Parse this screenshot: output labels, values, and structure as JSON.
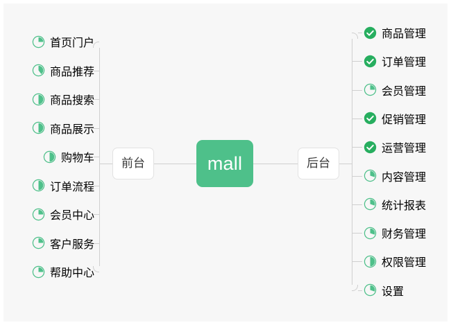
{
  "diagram": {
    "type": "mindmap",
    "title": "mall",
    "background_color": "#f7f7f7",
    "accent_color": "#4ec08a",
    "check_color": "#27ae5f",
    "ring_color": "#4ec08a",
    "line_color": "#cfcfcf",
    "center": {
      "label": "mall",
      "text_color": "#ffffff",
      "fill_color": "#4ec08a"
    },
    "branches": [
      {
        "id": "front",
        "label": "前台",
        "side": "left",
        "leaves": [
          {
            "label": "首页门户",
            "icon": "progress-ring-icon",
            "status": "partial",
            "fill_percent": 25
          },
          {
            "label": "商品推荐",
            "icon": "progress-ring-icon",
            "status": "partial",
            "fill_percent": 40
          },
          {
            "label": "商品搜索",
            "icon": "progress-ring-icon",
            "status": "partial",
            "fill_percent": 50
          },
          {
            "label": "商品展示",
            "icon": "progress-ring-icon",
            "status": "partial",
            "fill_percent": 50
          },
          {
            "label": "购物车",
            "icon": "progress-ring-icon",
            "status": "partial",
            "fill_percent": 50
          },
          {
            "label": "订单流程",
            "icon": "progress-ring-icon",
            "status": "partial",
            "fill_percent": 50
          },
          {
            "label": "会员中心",
            "icon": "progress-ring-icon",
            "status": "partial",
            "fill_percent": 25
          },
          {
            "label": "客户服务",
            "icon": "progress-ring-icon",
            "status": "partial",
            "fill_percent": 25
          },
          {
            "label": "帮助中心",
            "icon": "progress-ring-icon",
            "status": "partial",
            "fill_percent": 25
          }
        ]
      },
      {
        "id": "back",
        "label": "后台",
        "side": "right",
        "leaves": [
          {
            "label": "商品管理",
            "icon": "check-circle-icon",
            "status": "complete",
            "fill_percent": 100
          },
          {
            "label": "订单管理",
            "icon": "check-circle-icon",
            "status": "complete",
            "fill_percent": 100
          },
          {
            "label": "会员管理",
            "icon": "progress-ring-icon",
            "status": "partial",
            "fill_percent": 25
          },
          {
            "label": "促销管理",
            "icon": "check-circle-icon",
            "status": "complete",
            "fill_percent": 100
          },
          {
            "label": "运营管理",
            "icon": "check-circle-icon",
            "status": "complete",
            "fill_percent": 100
          },
          {
            "label": "内容管理",
            "icon": "progress-ring-icon",
            "status": "partial",
            "fill_percent": 30
          },
          {
            "label": "统计报表",
            "icon": "progress-ring-icon",
            "status": "partial",
            "fill_percent": 30
          },
          {
            "label": "财务管理",
            "icon": "progress-ring-icon",
            "status": "partial",
            "fill_percent": 30
          },
          {
            "label": "权限管理",
            "icon": "progress-ring-icon",
            "status": "partial",
            "fill_percent": 50
          },
          {
            "label": "设置",
            "icon": "progress-ring-icon",
            "status": "partial",
            "fill_percent": 30
          }
        ]
      }
    ]
  }
}
